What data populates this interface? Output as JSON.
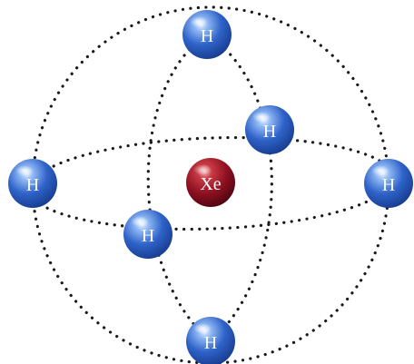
{
  "molecule": {
    "central_atom": {
      "label": "Xe",
      "color": "#8e1020"
    },
    "ligand_color": "#2f63c9",
    "ligands": [
      {
        "id": "top",
        "label": "H"
      },
      {
        "id": "back",
        "label": "H"
      },
      {
        "id": "left",
        "label": "H"
      },
      {
        "id": "right",
        "label": "H"
      },
      {
        "id": "front",
        "label": "H"
      },
      {
        "id": "bottom",
        "label": "H"
      }
    ]
  }
}
